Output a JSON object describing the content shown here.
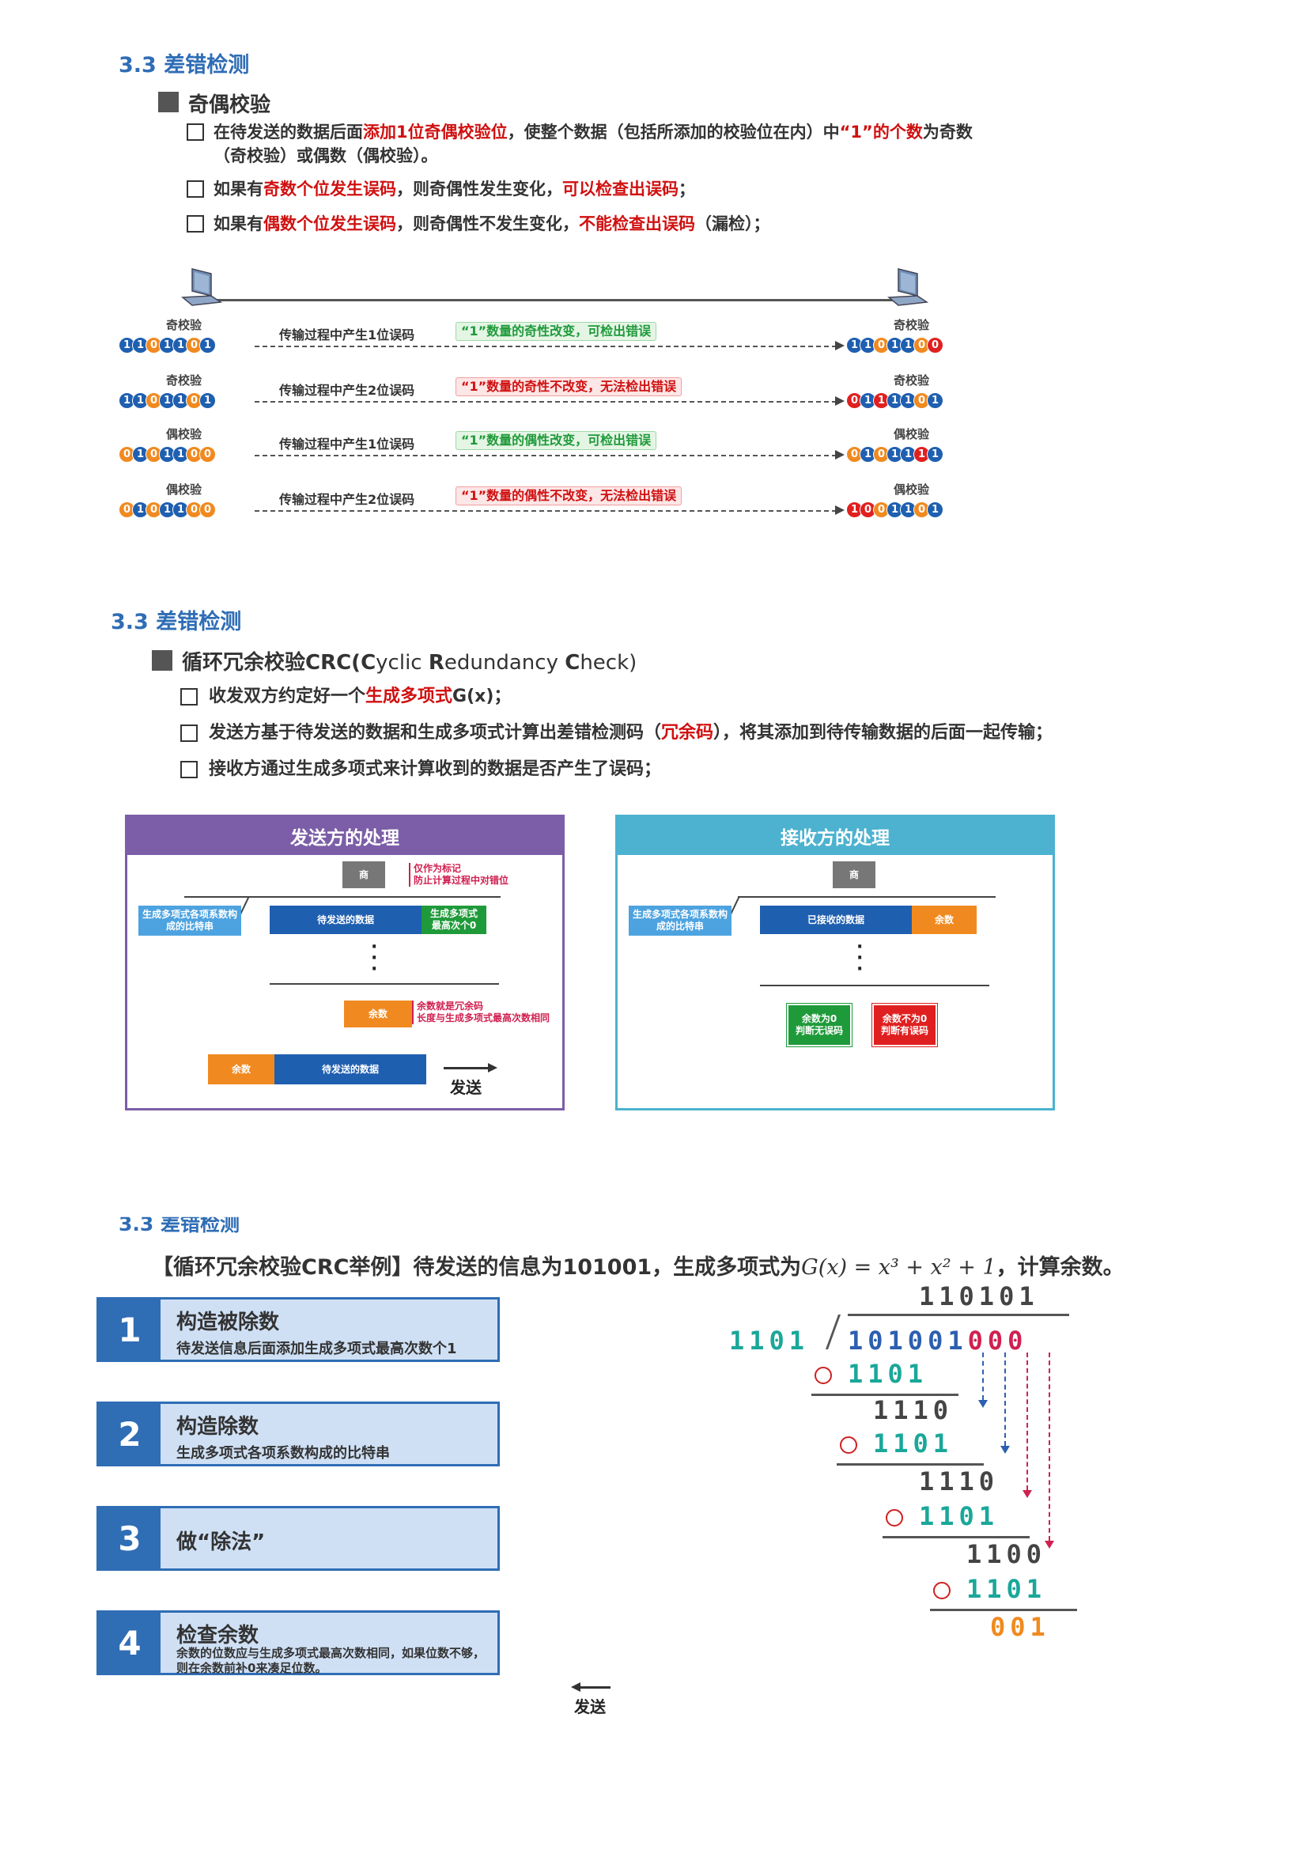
{
  "section1": {
    "heading": "3.3 差错检测",
    "subheading": "奇偶校验",
    "bullets": [
      {
        "p1": "在待发送的数据后面",
        "r1": "添加1位奇偶校验位",
        "p2": "，使整个数据（包括所添加的校验位在内）中",
        "r2": "“1”的个数",
        "p3": "为奇数（奇校验）或偶数（偶校验）。"
      },
      {
        "p1": "如果有",
        "r1": "奇数个位发生误码",
        "p2": "，则奇偶性发生变化，",
        "r2": "可以检查出误码",
        "p3": "；"
      },
      {
        "p1": "如果有",
        "r1": "偶数个位发生误码",
        "p2": "，则奇偶性不发生变化，",
        "r2": "不能检查出误码",
        "p3": "（漏检）；"
      }
    ],
    "rows": [
      {
        "left_label": "奇校验",
        "left_bits": "1101101",
        "transfer": "传输过程中产生1位误码",
        "tag": "“1”数量的奇性改变，可检出错误",
        "tag_ok": true,
        "right_label": "奇校验",
        "right_bits": "1101100",
        "err": [
          6
        ]
      },
      {
        "left_label": "奇校验",
        "left_bits": "1101101",
        "transfer": "传输过程中产生2位误码",
        "tag": "“1”数量的奇性不改变，无法检出错误",
        "tag_ok": false,
        "right_label": "奇校验",
        "right_bits": "0111101",
        "err": [
          0,
          2
        ]
      },
      {
        "left_label": "偶校验",
        "left_bits": "0101100",
        "transfer": "传输过程中产生1位误码",
        "tag": "“1”数量的偶性改变，可检出错误",
        "tag_ok": true,
        "right_label": "偶校验",
        "right_bits": "0101111",
        "err": [
          5
        ]
      },
      {
        "left_label": "偶校验",
        "left_bits": "0101100",
        "transfer": "传输过程中产生2位误码",
        "tag": "“1”数量的偶性不改变，无法检出错误",
        "tag_ok": false,
        "right_label": "偶校验",
        "right_bits": "1001101",
        "err": [
          0,
          1
        ]
      }
    ]
  },
  "section2": {
    "heading": "3.3 差错检测",
    "subheading_parts": [
      "循环冗余校验CRC(",
      "C",
      "yclic ",
      "R",
      "edundancy ",
      "C",
      "heck)"
    ],
    "bullets": [
      {
        "p1": "收发双方约定好一个",
        "r1": "生成多项式",
        "p2": "G(x)；"
      },
      {
        "p1": "发送方基于待发送的数据和生成多项式计算出差错检测码（",
        "r1": "冗余码",
        "p2": "），将其添加到待传输数据的后面一起传输；"
      },
      {
        "p1": "接收方通过生成多项式来计算收到的数据是否产生了误码；",
        "r1": "",
        "p2": ""
      }
    ],
    "sender": {
      "title": "发送方的处理",
      "quotient": "商",
      "note1a": "仅作为标记",
      "note1b": "防止计算过程中对错位",
      "divisor": "生成多项式各项系数构成的比特串",
      "data": "待发送的数据",
      "zeros_a": "生成多项式",
      "zeros_b": "最高次个0",
      "remainder": "余数",
      "note2a": "余数就是冗余码",
      "note2b": "长度与生成多项式最高次数相同",
      "send_rem": "余数",
      "send_data": "待发送的数据",
      "send": "发送"
    },
    "receiver": {
      "title": "接收方的处理",
      "quotient": "商",
      "divisor": "生成多项式各项系数构成的比特串",
      "data": "已接收的数据",
      "remainder": "余数",
      "ok_a": "余数为0",
      "ok_b": "判断无误码",
      "err_a": "余数不为0",
      "err_b": "判断有误码"
    },
    "colors": {
      "sender": "#7b5ea7",
      "receiver": "#4cb2cf",
      "blue": "#1f5fb0",
      "orange": "#f08a20",
      "green": "#1f9a3a",
      "red": "#e02020",
      "grey": "#777777"
    }
  },
  "section3": {
    "heading": "3.3 差错检测",
    "question_pre": "【循环冗余校验CRC举例】待发送的信息为101001，生成多项式为",
    "question_formula": "G(x) = x³ + x² + 1",
    "question_post": "，计算余数。",
    "steps": [
      {
        "num": "1",
        "title": "构造被除数",
        "sub": "待发送信息后面添加生成多项式最高次数个1"
      },
      {
        "num": "2",
        "title": "构造除数",
        "sub": "生成多项式各项系数构成的比特串"
      },
      {
        "num": "3",
        "title": "做“除法”",
        "sub": ""
      },
      {
        "num": "4",
        "title": "检查余数",
        "sub": "余数的位数应与生成多项式最高次数相同，如果位数不够，则在余数前补0来凑足位数。"
      }
    ],
    "send": "发送",
    "division": {
      "quotient": "110101",
      "divisor": "1101",
      "dividend_data": "101001",
      "dividend_zeros": "000",
      "rows": [
        "1101",
        "1110",
        "1101",
        "1110",
        "1101",
        "1100",
        "1101"
      ],
      "remainder": "001"
    }
  }
}
